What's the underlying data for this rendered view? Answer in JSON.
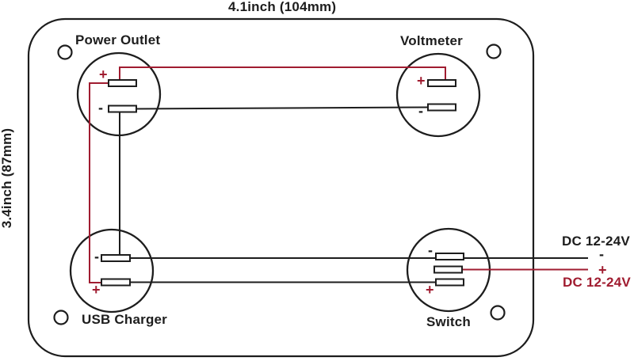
{
  "dimensions": {
    "width_label": "4.1inch (104mm)",
    "height_label": "3.4inch (87mm)"
  },
  "components": {
    "power_outlet": {
      "label": "Power Outlet",
      "plus_sign": "+",
      "minus_sign": "-"
    },
    "voltmeter": {
      "label": "Voltmeter",
      "plus_sign": "+",
      "minus_sign": "-"
    },
    "usb_charger": {
      "label": "USB Charger",
      "plus_sign": "+",
      "minus_sign": "-"
    },
    "switch": {
      "label": "Switch",
      "plus_sign": "+",
      "minus_sign": "-"
    }
  },
  "supply": {
    "negative_label": "DC 12-24V",
    "negative_sign": "-",
    "positive_sign": "+",
    "positive_label": "DC 12-24V"
  },
  "colors": {
    "positive_wire": "#a01c30",
    "negative_wire": "#1d1d1d",
    "panel_outline": "#1d1d1d"
  }
}
